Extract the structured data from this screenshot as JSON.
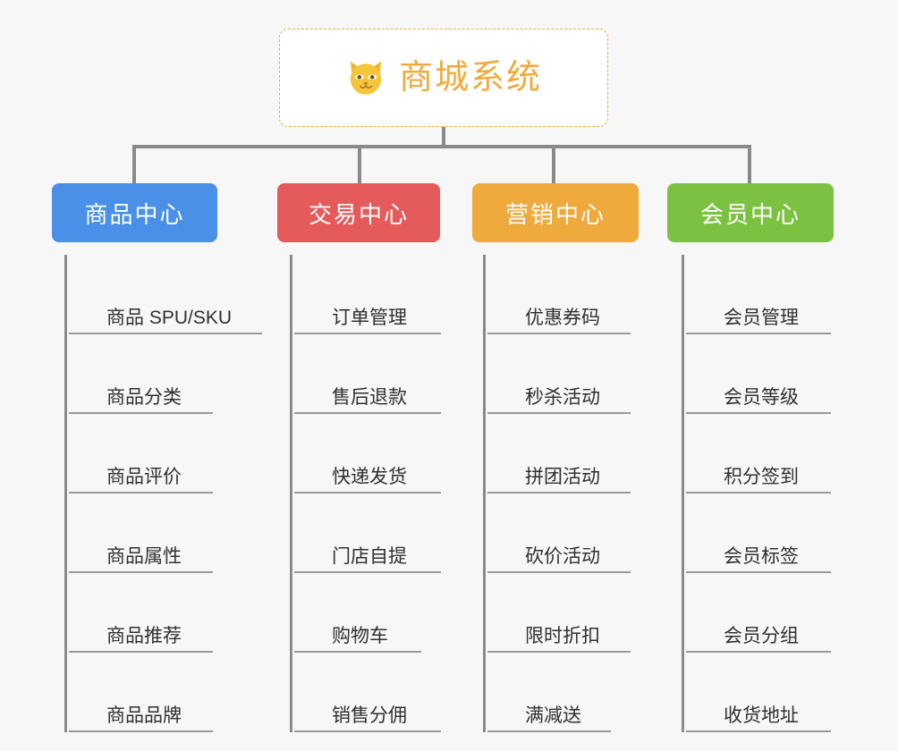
{
  "diagram": {
    "type": "mind-map",
    "background_color": "#f7f7f7",
    "connector_color": "#8a8a8a",
    "root": {
      "title": "商城系统",
      "icon": "shiba-dog-icon",
      "text_color": "#f0ab3d",
      "border_color": "#e9a93a",
      "background_color": "#ffffff"
    },
    "branches": [
      {
        "label": "商品中心",
        "color": "#4a90e8",
        "items": [
          "商品 SPU/SKU",
          "商品分类",
          "商品评价",
          "商品属性",
          "商品推荐",
          "商品品牌"
        ]
      },
      {
        "label": "交易中心",
        "color": "#e55a5a",
        "items": [
          "订单管理",
          "售后退款",
          "快递发货",
          "门店自提",
          "购物车",
          "销售分佣"
        ]
      },
      {
        "label": "营销中心",
        "color": "#eeaa3c",
        "items": [
          "优惠券码",
          "秒杀活动",
          "拼团活动",
          "砍价活动",
          "限时折扣",
          "满减送"
        ]
      },
      {
        "label": "会员中心",
        "color": "#7cc242",
        "items": [
          "会员管理",
          "会员等级",
          "积分签到",
          "会员标签",
          "会员分组",
          "收货地址"
        ]
      }
    ]
  }
}
